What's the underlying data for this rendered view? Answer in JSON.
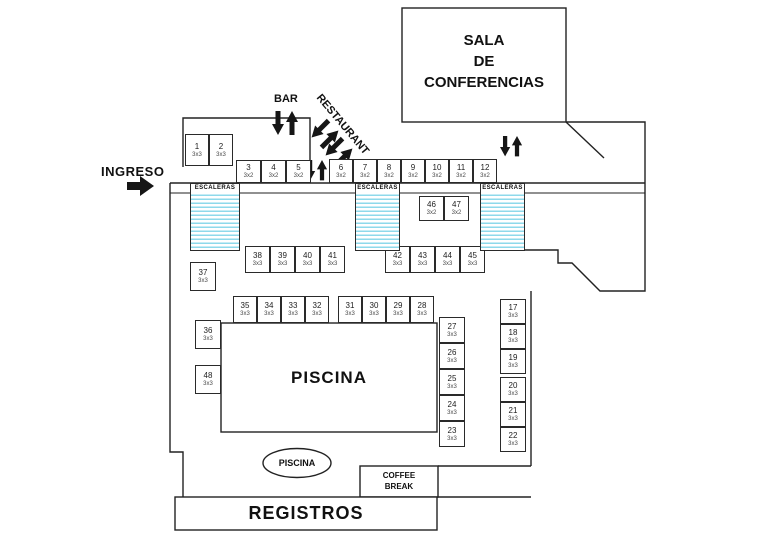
{
  "labels": {
    "ingreso": "INGRESO",
    "bar": "BAR",
    "restaurant": "RESTAURANT",
    "conference_lines": [
      "SALA",
      "DE",
      "CONFERENCIAS"
    ],
    "piscina": "PISCINA",
    "piscina_oval": "PISCINA",
    "coffee_break_lines": [
      "COFFEE",
      "BREAK"
    ],
    "registros": "REGISTROS"
  },
  "stairs": [
    {
      "label": "ESCALERAS"
    },
    {
      "label": "ESCALERAS"
    },
    {
      "label": "ESCALERAS"
    }
  ],
  "booths": [
    {
      "id": "1",
      "size": "3x3"
    },
    {
      "id": "2",
      "size": "3x3"
    },
    {
      "id": "3",
      "size": "3x2"
    },
    {
      "id": "4",
      "size": "3x2"
    },
    {
      "id": "5",
      "size": "3x2"
    },
    {
      "id": "6",
      "size": "3x2"
    },
    {
      "id": "7",
      "size": "3x2"
    },
    {
      "id": "8",
      "size": "3x2"
    },
    {
      "id": "9",
      "size": "3x2"
    },
    {
      "id": "10",
      "size": "3x2"
    },
    {
      "id": "11",
      "size": "3x2"
    },
    {
      "id": "12",
      "size": "3x2"
    },
    {
      "id": "46",
      "size": "3x2"
    },
    {
      "id": "47",
      "size": "3x2"
    },
    {
      "id": "38",
      "size": "3x3"
    },
    {
      "id": "39",
      "size": "3x3"
    },
    {
      "id": "40",
      "size": "3x3"
    },
    {
      "id": "41",
      "size": "3x3"
    },
    {
      "id": "42",
      "size": "3x3"
    },
    {
      "id": "43",
      "size": "3x3"
    },
    {
      "id": "44",
      "size": "3x3"
    },
    {
      "id": "45",
      "size": "3x3"
    },
    {
      "id": "37",
      "size": "3x3"
    },
    {
      "id": "35",
      "size": "3x3"
    },
    {
      "id": "34",
      "size": "3x3"
    },
    {
      "id": "33",
      "size": "3x3"
    },
    {
      "id": "32",
      "size": "3x3"
    },
    {
      "id": "31",
      "size": "3x3"
    },
    {
      "id": "30",
      "size": "3x3"
    },
    {
      "id": "29",
      "size": "3x3"
    },
    {
      "id": "28",
      "size": "3x3"
    },
    {
      "id": "36",
      "size": "3x3"
    },
    {
      "id": "48",
      "size": "3x3"
    },
    {
      "id": "27",
      "size": "3x3"
    },
    {
      "id": "26",
      "size": "3x3"
    },
    {
      "id": "25",
      "size": "3x3"
    },
    {
      "id": "24",
      "size": "3x3"
    },
    {
      "id": "23",
      "size": "3x3"
    },
    {
      "id": "17",
      "size": "3x3"
    },
    {
      "id": "18",
      "size": "3x3"
    },
    {
      "id": "19",
      "size": "3x3"
    },
    {
      "id": "20",
      "size": "3x3"
    },
    {
      "id": "21",
      "size": "3x3"
    },
    {
      "id": "22",
      "size": "3x3"
    }
  ],
  "colors": {
    "wall": "#222222",
    "stairs_stripe": "#8ed9eb"
  }
}
